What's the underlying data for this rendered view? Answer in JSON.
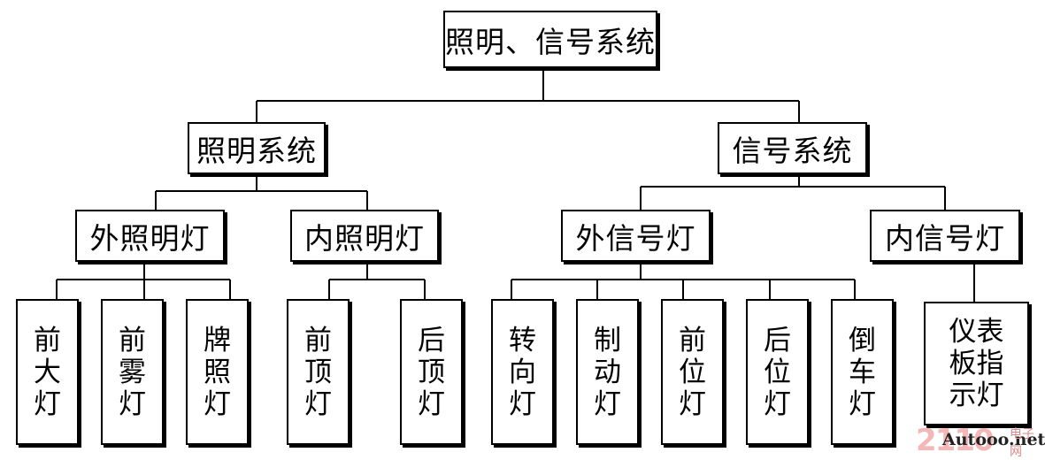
{
  "diagram": {
    "root": "照明、信号系统",
    "lighting": {
      "label": "照明系统",
      "exterior": {
        "label": "外照明灯",
        "items": [
          "前大灯",
          "前雾灯",
          "牌照灯"
        ]
      },
      "interior": {
        "label": "内照明灯",
        "items": [
          "前顶灯",
          "后顶灯"
        ]
      }
    },
    "signal": {
      "label": "信号系统",
      "exterior": {
        "label": "外信号灯",
        "items": [
          "转向灯",
          "制动灯",
          "前位灯",
          "后位灯",
          "倒车灯"
        ]
      },
      "interior": {
        "label": "内信号灯",
        "items": [
          "仪表板指示灯"
        ]
      }
    }
  },
  "watermark": {
    "number": "2110",
    "brand": "Autooo.net",
    "chinese": "电子网"
  }
}
